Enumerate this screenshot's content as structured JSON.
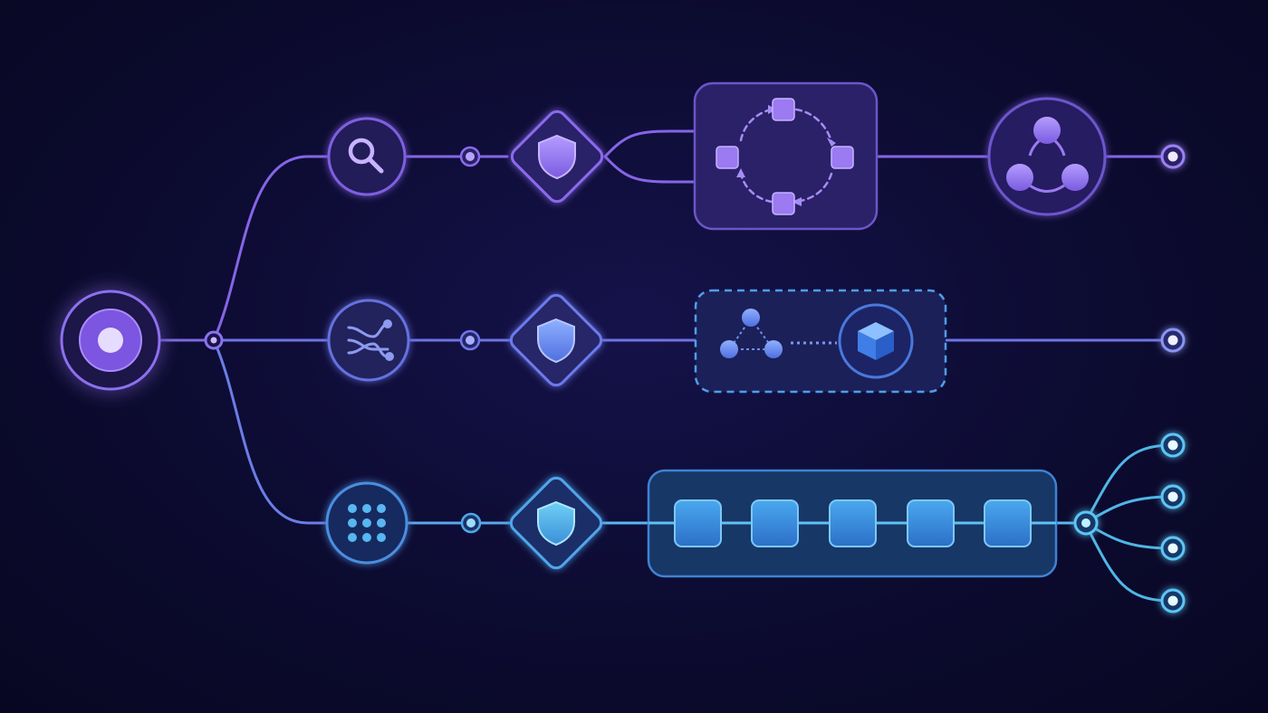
{
  "colors": {
    "background": "#0b0a2a",
    "branch_top": "#8b6be8",
    "branch_middle": "#6f7be6",
    "branch_bottom": "#53b7e6",
    "node_fill": "#1c1850"
  },
  "branches": [
    {
      "id": "top",
      "icon": "magnifier-icon",
      "gate": "shield-icon",
      "stage": "cycle-loop",
      "end": "triad-hub-icon",
      "outputs": 1
    },
    {
      "id": "middle",
      "icon": "stream-mixer-icon",
      "gate": "shield-icon",
      "stage": "graph-to-cube",
      "outputs": 1
    },
    {
      "id": "bottom",
      "icon": "grid-icon",
      "gate": "shield-icon",
      "stage": "block-pipeline",
      "blocks": 5,
      "outputs": 4
    }
  ]
}
